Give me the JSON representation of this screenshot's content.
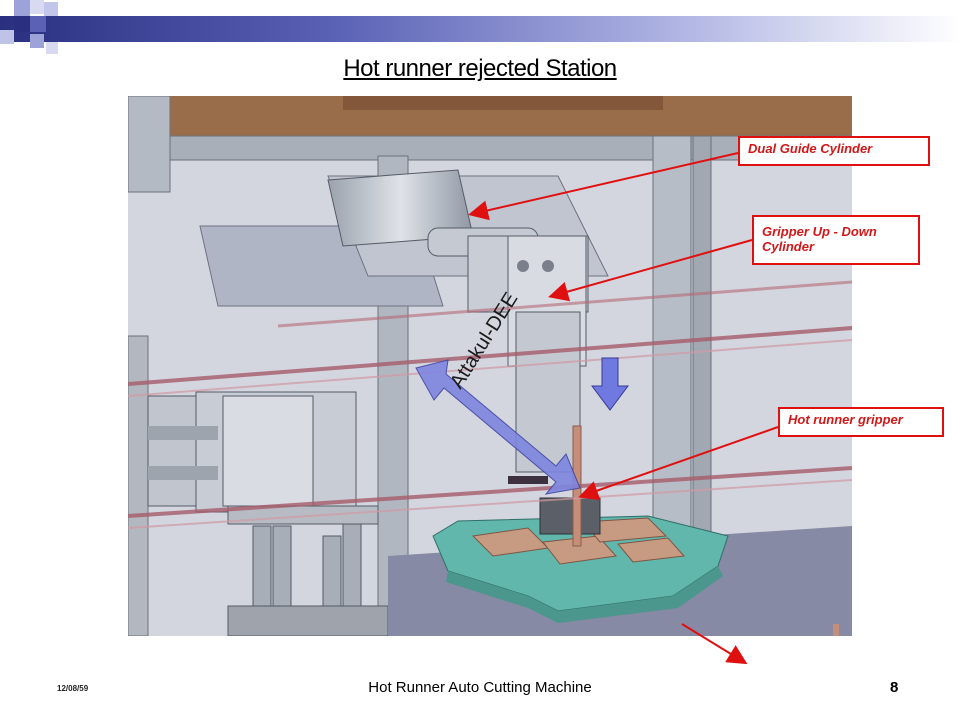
{
  "slide": {
    "title": "Hot runner rejected  Station",
    "footer_date": "12/08/59",
    "footer_title": "Hot Runner Auto Cutting Machine",
    "page_number": "8"
  },
  "callouts": {
    "dual_guide": "Dual  Guide Cylinder",
    "gripper_updown_line1": "Gripper  Up - Down",
    "gripper_updown_line2": "Cylinder",
    "hot_runner_gripper": "Hot runner gripper"
  },
  "watermark": "Attakul-DEE",
  "colors": {
    "header_dark": "#2a2f80",
    "header_light": "#aeb3e2",
    "callout_red": "#e01010",
    "arrow_blue": "#7e86e0"
  }
}
